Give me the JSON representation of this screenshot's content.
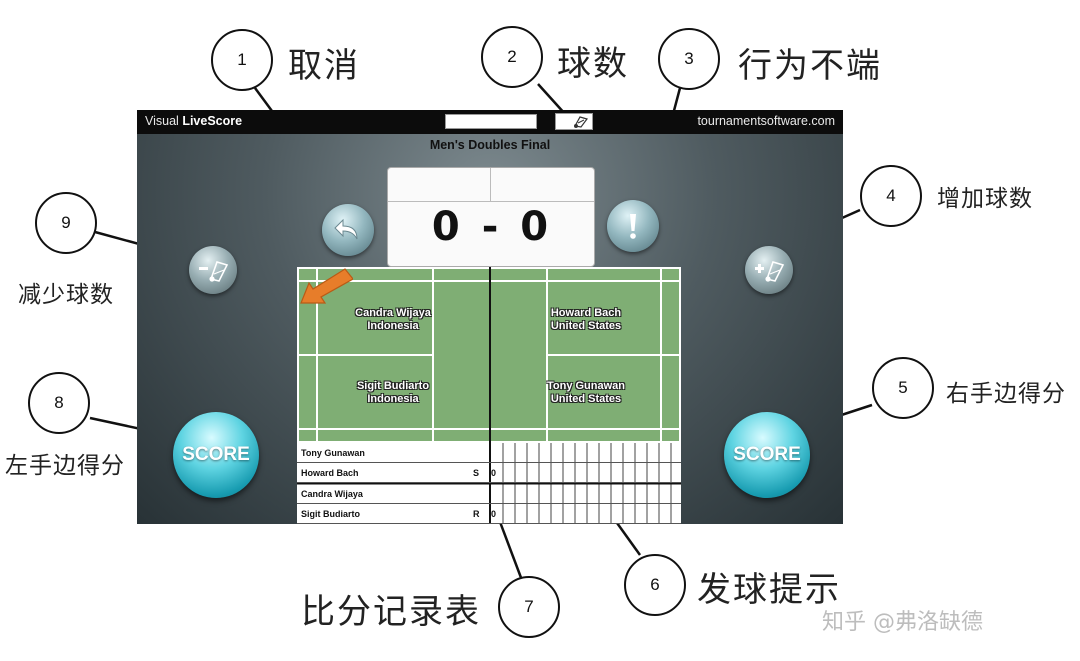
{
  "app": {
    "title_prefix": "Visual",
    "title_brand": "LiveScore",
    "site": "tournamentsoftware.com",
    "match_title": "Men's Doubles Final"
  },
  "score": {
    "left": "0",
    "separator": "-",
    "right": "0"
  },
  "buttons": {
    "score_left": "SCORE",
    "score_right": "SCORE"
  },
  "players": {
    "top_left": {
      "name": "Candra Wijaya",
      "country": "Indonesia"
    },
    "top_right": {
      "name": "Howard Bach",
      "country": "United States"
    },
    "bottom_left": {
      "name": "Sigit Budiarto",
      "country": "Indonesia"
    },
    "bottom_right": {
      "name": "Tony Gunawan",
      "country": "United States"
    }
  },
  "scoresheet": [
    {
      "name": "Tony Gunawan",
      "mark": "",
      "value": ""
    },
    {
      "name": "Howard Bach",
      "mark": "S",
      "value": "0"
    },
    {
      "name": "Candra Wijaya",
      "mark": "",
      "value": ""
    },
    {
      "name": "Sigit Budiarto",
      "mark": "R",
      "value": "0"
    }
  ],
  "annotations": [
    {
      "number": "1",
      "label": "取消"
    },
    {
      "number": "2",
      "label": "球数"
    },
    {
      "number": "3",
      "label": "行为不端"
    },
    {
      "number": "4",
      "label": "增加球数"
    },
    {
      "number": "5",
      "label": "右手边得分"
    },
    {
      "number": "6",
      "label": "发球提示"
    },
    {
      "number": "7",
      "label": "比分记录表"
    },
    {
      "number": "8",
      "label": "左手边得分"
    },
    {
      "number": "9",
      "label": "减少球数"
    }
  ],
  "watermark": "知乎 @弗洛缺德",
  "icons": [
    "undo-icon",
    "exclamation-icon",
    "shuttlecock-icon",
    "shuttle-minus-icon",
    "shuttle-plus-icon",
    "serve-arrow-icon"
  ]
}
